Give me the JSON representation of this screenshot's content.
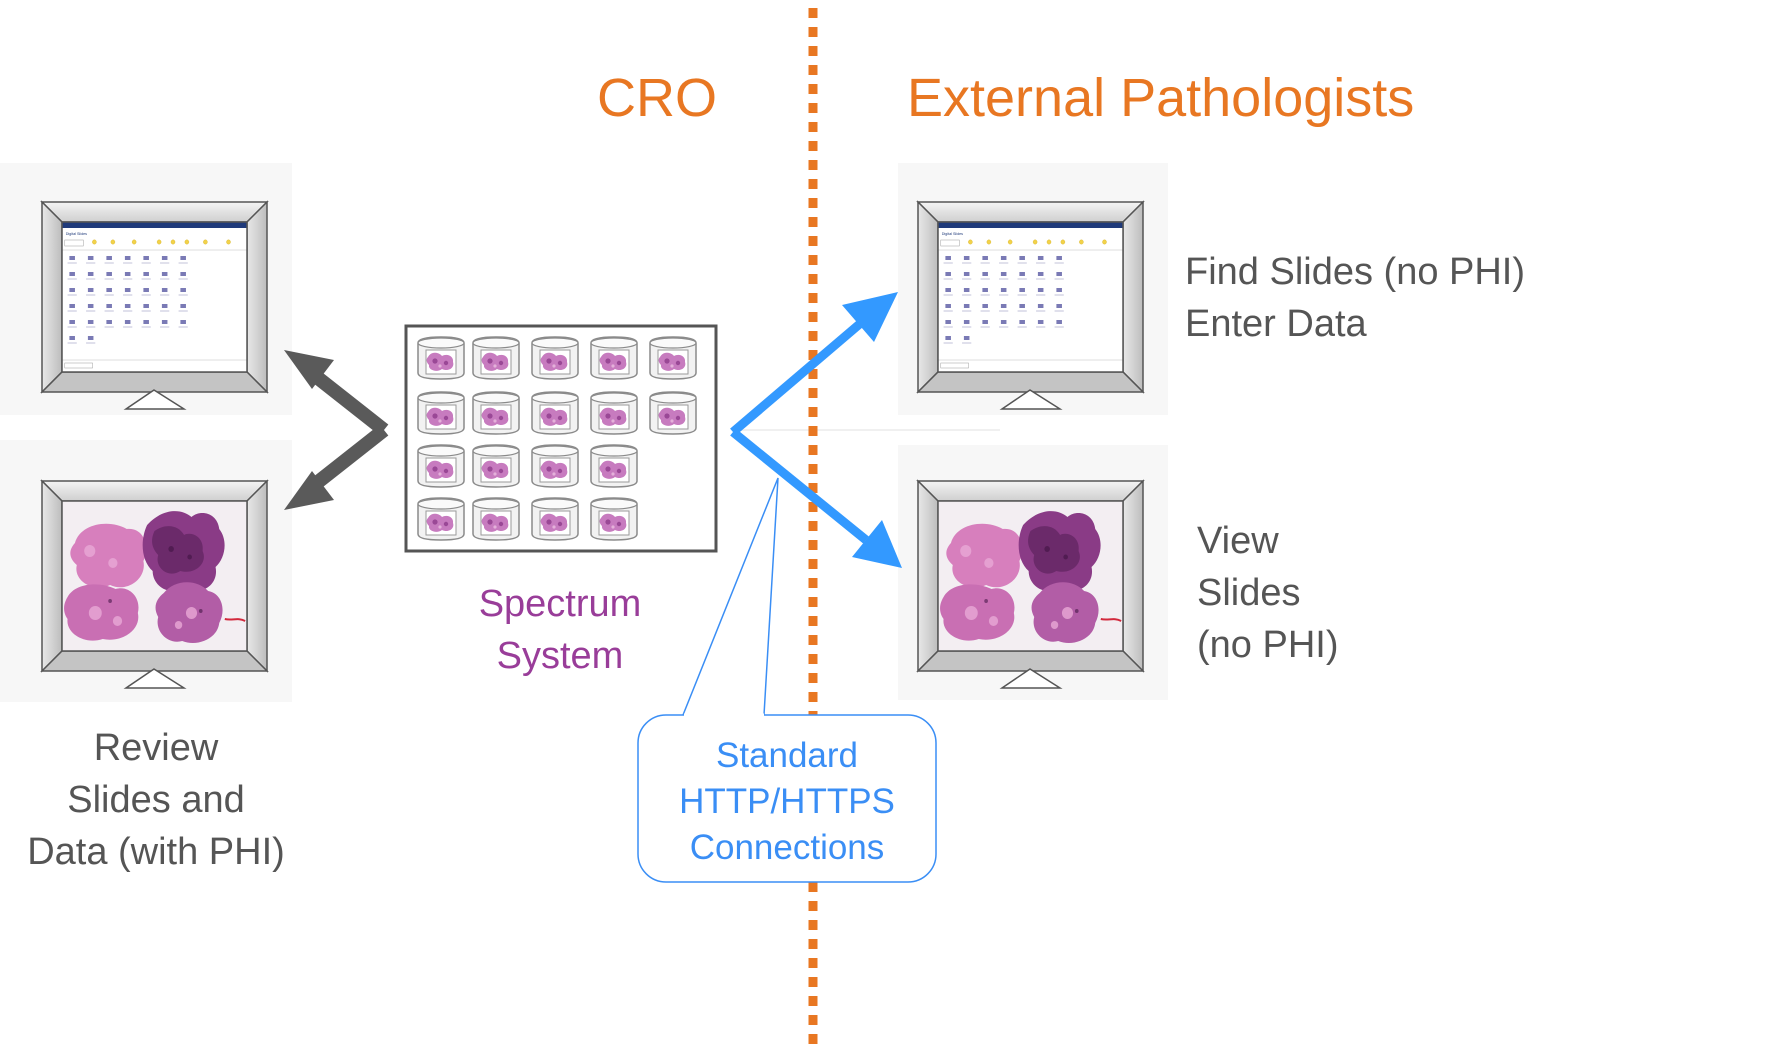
{
  "headings": {
    "left": "CRO",
    "right": "External Pathologists"
  },
  "labels": {
    "spectrum": [
      "Spectrum",
      "System"
    ],
    "review": [
      "Review",
      "Slides and",
      "Data (with PHI)"
    ],
    "find": [
      "Find Slides (no PHI)",
      "Enter Data"
    ],
    "view": [
      "View",
      "Slides",
      "(no PHI)"
    ],
    "callout": [
      "Standard",
      "HTTP/HTTPS",
      "Connections"
    ]
  },
  "colors": {
    "heading": "#e87722",
    "divider": "#e87722",
    "label": "#555555",
    "spectrum": "#993d99",
    "callout": "#3a8ef5",
    "internal_arrow": "#5a5a5a",
    "external_arrow": "#3399ff"
  },
  "icons": {
    "monitor": "monitor-icon",
    "slide_jar": "slide-jar-icon",
    "tissue": "tissue-slide-image",
    "slide_list": "slide-list-screen"
  }
}
